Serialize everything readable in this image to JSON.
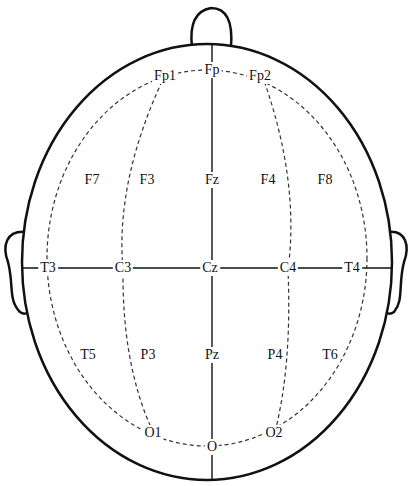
{
  "diagram": {
    "labels": [
      "Fp",
      "Fp1",
      "Fp2",
      "F7",
      "F3",
      "Fz",
      "F4",
      "F8",
      "T3",
      "C3",
      "Cz",
      "C4",
      "T4",
      "T5",
      "P3",
      "Pz",
      "P4",
      "T6",
      "O1",
      "O",
      "O2"
    ]
  }
}
